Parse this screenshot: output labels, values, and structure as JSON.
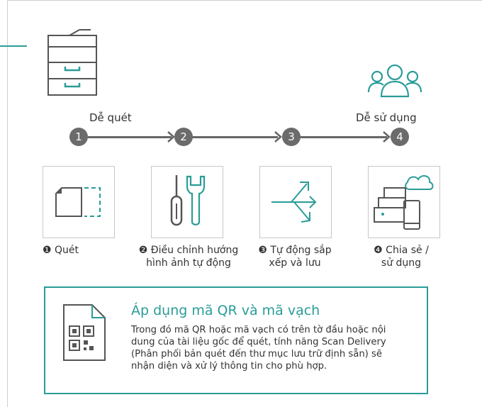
{
  "labels": {
    "easy_scan": "Dễ quét",
    "easy_use": "Dễ sử dụng"
  },
  "steps": [
    {
      "number": "1",
      "caption": "❶ Quét"
    },
    {
      "number": "2",
      "caption": "❷ Điều chỉnh hướng\nhình ảnh tự động"
    },
    {
      "number": "3",
      "caption": "❸ Tự động sắp\nxếp và lưu"
    },
    {
      "number": "4",
      "caption": "❹ Chia sẻ /\nsử dụng"
    }
  ],
  "panel": {
    "title": "Áp dụng mã QR và mã vạch",
    "text": "Trong đó mã QR hoặc mã vạch có trên tờ đầu hoặc nội\ndung của tài liệu gốc để quét, tính năng Scan Delivery\n(Phân phối bản quét đến thư mục lưu trữ định sẵn) sẽ\nnhận diện và xử lý thông tin cho phù hợp."
  },
  "colors": {
    "accent": "#2a9c98",
    "step_circle": "#6b6b6b",
    "icon_gray": "#555555"
  },
  "icons": [
    "printer-icon",
    "users-icon",
    "scan-document-icon",
    "tools-icon",
    "sort-arrows-icon",
    "devices-cloud-icon",
    "qr-document-icon"
  ]
}
